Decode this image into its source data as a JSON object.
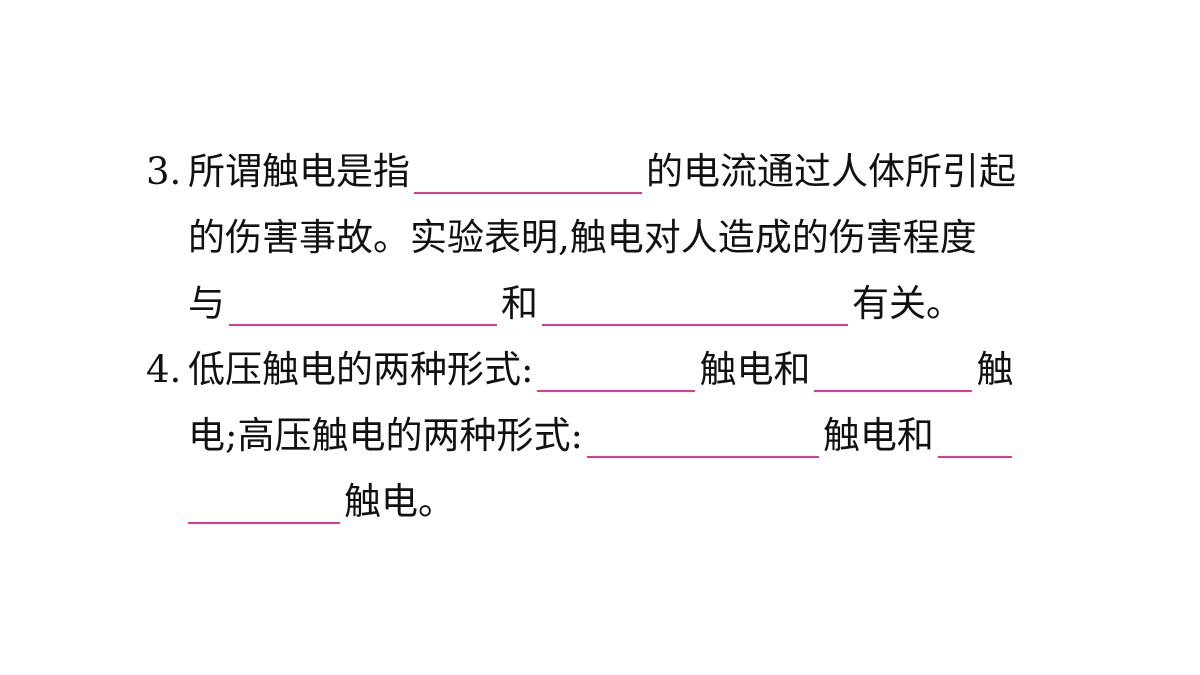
{
  "question3": {
    "number": "3.",
    "line1_a": "所谓触电是指",
    "line1_b": "的电流通过人体所引起",
    "line2": "的伤害事故。实验表明,触电对人造成的伤害程度",
    "line3_a": "与",
    "line3_b": "和",
    "line3_c": "有关。"
  },
  "question4": {
    "number": "4.",
    "line1_a": "低压触电的两种形式:",
    "line1_b": "触电和",
    "line1_c": "触",
    "line2_a": "电;高压触电的两种形式:",
    "line2_b": "触电和",
    "line3_a": "触电。"
  },
  "colors": {
    "text": "#111111",
    "blank_underline": "#e0379b",
    "background": "#ffffff"
  }
}
